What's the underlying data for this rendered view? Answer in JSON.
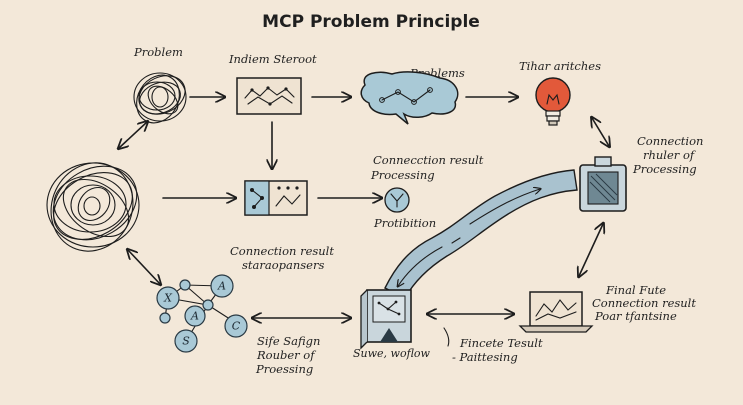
{
  "title": "MCP Problem Principle",
  "labels": {
    "problem": "Problem",
    "indiem": "Indiem Steroot",
    "problems": "Problems",
    "tihar": "Tihar aritches",
    "connection_right_1": "Connection",
    "connection_right_2": "rhuler of",
    "connection_right_3": "Processing",
    "mid_result_1": "Connecction result",
    "mid_result_2": "Processing",
    "protibition": "Protibition",
    "lower_result_1": "Connection result",
    "lower_result_2": "staraopansers",
    "final_1": "Final Fute",
    "final_2": "Connection result",
    "final_3": "Poar tfantsine",
    "site_1": "Sife Safign",
    "site_2": "Rouber of",
    "site_3": "Proessing",
    "workflow": "Suwe, woflow",
    "fincete_1": "Fincete Tesult",
    "fincete_2": "- Paittesing"
  },
  "network_nodes": [
    "X",
    "A",
    "A",
    "C",
    "S"
  ],
  "colors": {
    "background": "#f3e8d9",
    "node_fill": "#a9c9d6",
    "bulb": "#e2593a",
    "flow_band": "#a9c2cf"
  }
}
